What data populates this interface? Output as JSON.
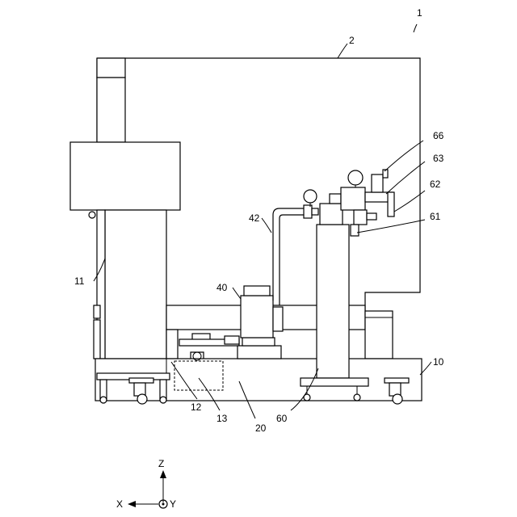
{
  "figure": {
    "labels": {
      "apparatus": "1",
      "cover": "2",
      "base": "10",
      "column": "11",
      "part_12": "12",
      "part_13": "13",
      "part_20": "20",
      "pump": "40",
      "pipe": "42",
      "tank": "60",
      "part_61": "61",
      "part_62": "62",
      "part_63": "63",
      "part_66": "66"
    },
    "axes": {
      "z": "Z",
      "x": "X",
      "y": "Y"
    }
  }
}
